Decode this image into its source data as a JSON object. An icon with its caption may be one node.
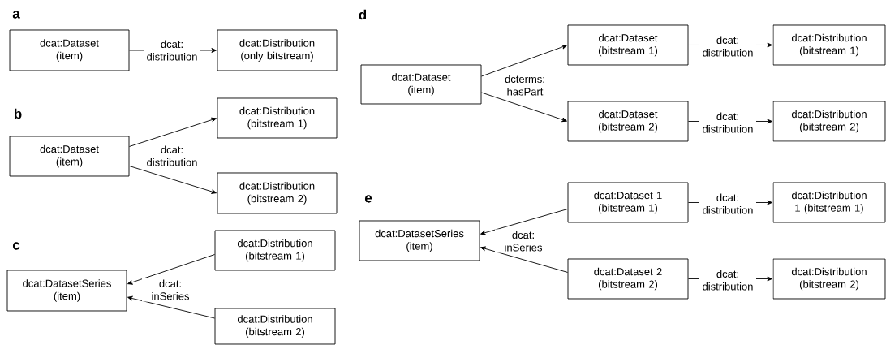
{
  "diagram": {
    "nodes": [
      {
        "text": [
          "dcat:Dataset (item)"
        ]
      },
      {
        "text": [
          "dcat:Distribution (only bitstream)"
        ]
      },
      {
        "text": [
          "dcat:Dataset (item)"
        ]
      },
      {
        "text": [
          "dcat:Distribution (bitstream 1)"
        ]
      },
      {
        "text": [
          "dcat:Distribution (bitstream 2)"
        ]
      },
      {
        "text": [
          "dcat:DatasetSeries (item)"
        ]
      },
      {
        "text": [
          "dcat:Distribution (bitstream 1)"
        ]
      },
      {
        "text": [
          "dcat:Distribution (bitstream 2)"
        ]
      },
      {
        "text": [
          "dcat:Dataset (item)"
        ]
      },
      {
        "text": [
          "dcat:Dataset (bitstream 1)"
        ]
      },
      {
        "text": [
          "dcat:Distribution (bitstream 1)"
        ]
      },
      {
        "text": [
          "dcat:Dataset (bitstream 2)"
        ]
      },
      {
        "text": [
          "dcat:Distribution (bitstream 2)"
        ]
      },
      {
        "text": [
          "dcat:DatasetSeries (item)"
        ]
      },
      {
        "text": [
          "dcat:Dataset 1 (bitstream 1)"
        ]
      },
      {
        "text": [
          "dcat:Distribution 1 (bitstream 1)"
        ]
      },
      {
        "text": [
          "dcat:Dataset 2 (bitstream 2)"
        ]
      },
      {
        "text": [
          "dcat:Distribution (bitstream 2)"
        ]
      }
    ],
    "edges": [
      {
        "from": 0,
        "to": 1,
        "arrow": "to",
        "label": "dcat: distribution"
      },
      {
        "from": 2,
        "to": 3,
        "arrow": "to",
        "label": "dcat: distribution"
      },
      {
        "from": 2,
        "to": 4,
        "arrow": "to"
      },
      {
        "from": 6,
        "to": 5,
        "arrow": "to",
        "label": "dcat: inSeries"
      },
      {
        "from": 7,
        "to": 5,
        "arrow": "to"
      },
      {
        "from": 8,
        "to": 9,
        "arrow": "to",
        "label": "dcterms: hasPart"
      },
      {
        "from": 8,
        "to": 11,
        "arrow": "to"
      },
      {
        "from": 9,
        "to": 10,
        "arrow": "to",
        "label": "dcat: distribution"
      },
      {
        "from": 11,
        "to": 12,
        "arrow": "to",
        "label": "dcat: distribution"
      },
      {
        "from": 14,
        "to": 13,
        "arrow": "to",
        "label": "dcat: inSeries"
      },
      {
        "from": 16,
        "to": 13,
        "arrow": "to"
      },
      {
        "from": 14,
        "to": 15,
        "arrow": "to",
        "label": "dcat: distribution"
      },
      {
        "from": 16,
        "to": 17,
        "arrow": "to",
        "label": "dcat: distribution"
      }
    ],
    "labels": [
      "a",
      "b",
      "c",
      "d",
      "e"
    ]
  }
}
